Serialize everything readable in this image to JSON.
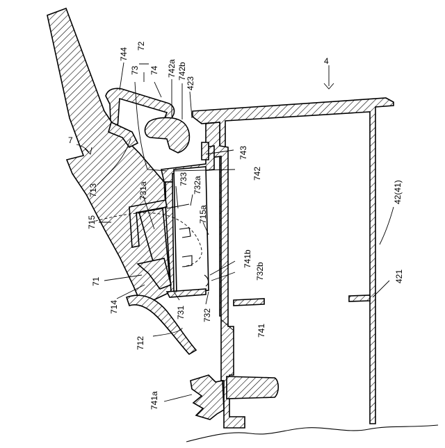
{
  "labels": {
    "l4": "4",
    "l7": "7",
    "l72": "72",
    "l73": "73",
    "l74": "74",
    "l744": "744",
    "l742a": "742a",
    "l742b": "742b",
    "l423": "423",
    "l743": "743",
    "l742": "742",
    "l713": "713",
    "l731a": "731a",
    "l733": "733",
    "l732a": "732a",
    "l715": "715",
    "l715a": "715a",
    "l741b": "741b",
    "l732b": "732b",
    "l71": "71",
    "l714": "714",
    "l731": "731",
    "l732": "732",
    "l741": "741",
    "l712": "712",
    "l741a": "741a",
    "l421": "421",
    "l42_41": "42(41)"
  }
}
